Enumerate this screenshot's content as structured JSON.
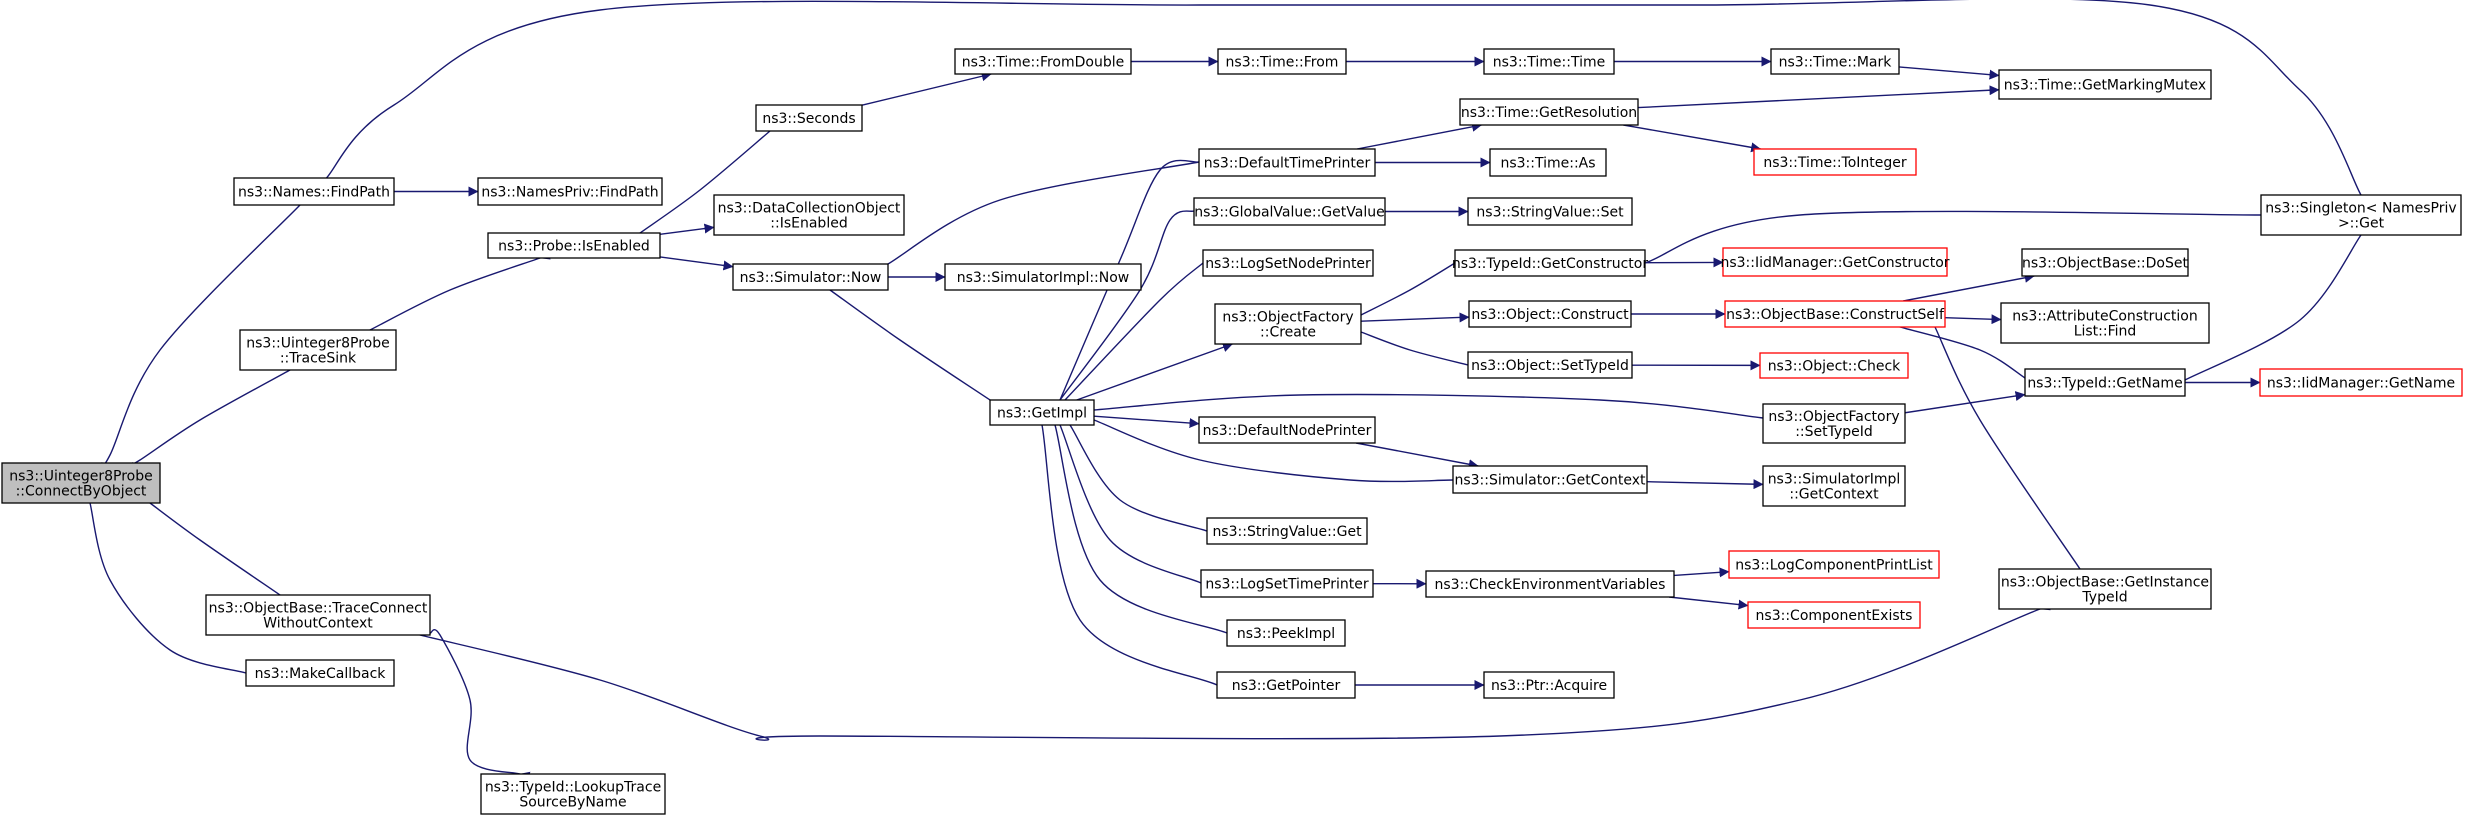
{
  "nodes": {
    "root": {
      "lines": [
        "ns3::Uinteger8Probe",
        "::ConnectByObject"
      ],
      "highlight": true
    },
    "names_findpath": {
      "lines": [
        "ns3::Names::FindPath"
      ]
    },
    "uint8_tracesink": {
      "lines": [
        "ns3::Uinteger8Probe",
        "::TraceSink"
      ]
    },
    "tracecon_wo": {
      "lines": [
        "ns3::ObjectBase::TraceConnect",
        "WithoutContext"
      ]
    },
    "makecallback": {
      "lines": [
        "ns3::MakeCallback"
      ]
    },
    "namespriv_findpath": {
      "lines": [
        "ns3::NamesPriv::FindPath"
      ]
    },
    "probe_isenabled": {
      "lines": [
        "ns3::Probe::IsEnabled"
      ]
    },
    "lookuptrace": {
      "lines": [
        "ns3::TypeId::LookupTrace",
        "SourceByName"
      ]
    },
    "seconds": {
      "lines": [
        "ns3::Seconds"
      ]
    },
    "dco_isenabled": {
      "lines": [
        "ns3::DataCollectionObject",
        "::IsEnabled"
      ]
    },
    "sim_now": {
      "lines": [
        "ns3::Simulator::Now"
      ]
    },
    "fromdouble": {
      "lines": [
        "ns3::Time::FromDouble"
      ]
    },
    "simimpl_now": {
      "lines": [
        "ns3::SimulatorImpl::Now"
      ]
    },
    "getimpl": {
      "lines": [
        "ns3::GetImpl"
      ]
    },
    "time_from": {
      "lines": [
        "ns3::Time::From"
      ]
    },
    "deftimeprinter": {
      "lines": [
        "ns3::DefaultTimePrinter"
      ]
    },
    "gv_getvalue": {
      "lines": [
        "ns3::GlobalValue::GetValue"
      ]
    },
    "logsetnodeprinter": {
      "lines": [
        "ns3::LogSetNodePrinter"
      ]
    },
    "of_create": {
      "lines": [
        "ns3::ObjectFactory",
        "::Create"
      ]
    },
    "defnodeprinter": {
      "lines": [
        "ns3::DefaultNodePrinter"
      ]
    },
    "stringvalue_get": {
      "lines": [
        "ns3::StringValue::Get"
      ]
    },
    "logsettimeprinter": {
      "lines": [
        "ns3::LogSetTimePrinter"
      ]
    },
    "peekimpl": {
      "lines": [
        "ns3::PeekImpl"
      ]
    },
    "getpointer": {
      "lines": [
        "ns3::GetPointer"
      ]
    },
    "time_time": {
      "lines": [
        "ns3::Time::Time"
      ]
    },
    "getresolution": {
      "lines": [
        "ns3::Time::GetResolution"
      ]
    },
    "time_as": {
      "lines": [
        "ns3::Time::As"
      ]
    },
    "stringvalue_set": {
      "lines": [
        "ns3::StringValue::Set"
      ]
    },
    "typeid_getctor": {
      "lines": [
        "ns3::TypeId::GetConstructor"
      ]
    },
    "obj_construct": {
      "lines": [
        "ns3::Object::Construct"
      ]
    },
    "obj_settypeid": {
      "lines": [
        "ns3::Object::SetTypeId"
      ]
    },
    "sim_getcontext": {
      "lines": [
        "ns3::Simulator::GetContext"
      ]
    },
    "checkenv": {
      "lines": [
        "ns3::CheckEnvironmentVariables"
      ]
    },
    "ptr_acquire": {
      "lines": [
        "ns3::Ptr::Acquire"
      ]
    },
    "time_mark": {
      "lines": [
        "ns3::Time::Mark"
      ]
    },
    "time_tointeger": {
      "lines": [
        "ns3::Time::ToInteger"
      ],
      "red": true
    },
    "iid_getctor": {
      "lines": [
        "ns3::IidManager::GetConstructor"
      ],
      "red": true
    },
    "ob_constructself": {
      "lines": [
        "ns3::ObjectBase::ConstructSelf"
      ],
      "red": true
    },
    "obj_check": {
      "lines": [
        "ns3::Object::Check"
      ],
      "red": true
    },
    "of_settypeid": {
      "lines": [
        "ns3::ObjectFactory",
        "::SetTypeId"
      ]
    },
    "simimpl_getcontext": {
      "lines": [
        "ns3::SimulatorImpl",
        "::GetContext"
      ]
    },
    "logcompprintlist": {
      "lines": [
        "ns3::LogComponentPrintList"
      ],
      "red": true
    },
    "compexists": {
      "lines": [
        "ns3::ComponentExists"
      ],
      "red": true
    },
    "getmarkingmutex": {
      "lines": [
        "ns3::Time::GetMarkingMutex"
      ]
    },
    "ob_doset": {
      "lines": [
        "ns3::ObjectBase::DoSet"
      ]
    },
    "attrconst_find": {
      "lines": [
        "ns3::AttributeConstruction",
        "List::Find"
      ]
    },
    "typeid_getname": {
      "lines": [
        "ns3::TypeId::GetName"
      ]
    },
    "ob_getinstancetypeid": {
      "lines": [
        "ns3::ObjectBase::GetInstance",
        "TypeId"
      ]
    },
    "singleton_get": {
      "lines": [
        "ns3::Singleton< NamesPriv",
        " >::Get"
      ]
    },
    "iid_getname": {
      "lines": [
        "ns3::IidManager::GetName"
      ],
      "red": true
    }
  },
  "colors": {
    "edge": "#191970",
    "node_border": "#000000",
    "node_border_missing": "#ff0000",
    "root_fill": "#bfbfbf",
    "node_fill": "#ffffff"
  }
}
